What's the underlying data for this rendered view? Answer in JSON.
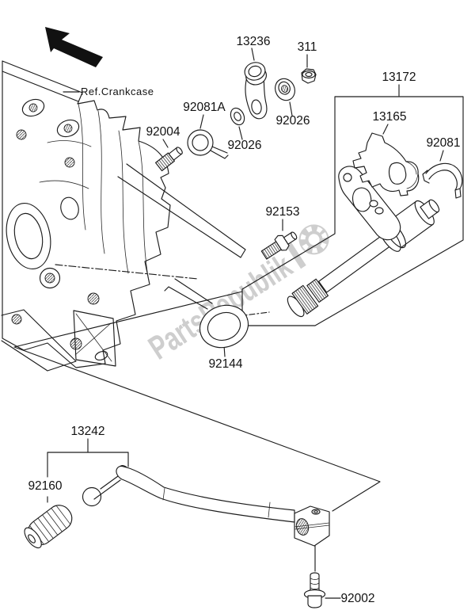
{
  "page": {
    "background": "#ffffff",
    "line_color": "#1c1c1c",
    "watermark_color": "#c9c9c9"
  },
  "ref_label": "Ref.Crankcase",
  "watermark": {
    "text": "PartsRepublik"
  },
  "labels": {
    "n13236": "13236",
    "n311": "311",
    "n92026_upper": "92026",
    "n92026_lower": "92026",
    "n92081a": "92081A",
    "n92004": "92004",
    "n13172": "13172",
    "n13165": "13165",
    "n92081": "92081",
    "n92153": "92153",
    "n92144": "92144",
    "n13242": "13242",
    "n92160": "92160",
    "n92002": "92002"
  }
}
